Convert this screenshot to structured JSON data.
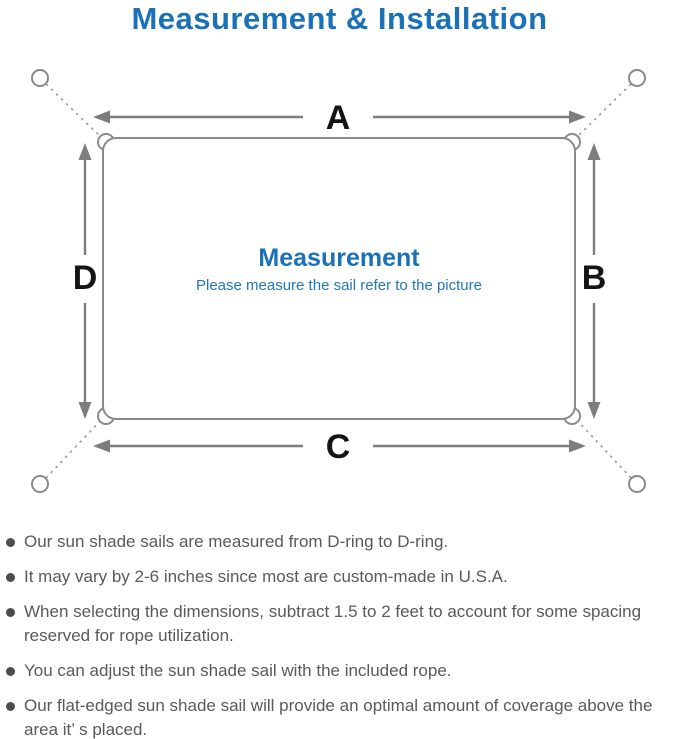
{
  "title": "Measurement & Installation",
  "diagram": {
    "labels": {
      "top": "A",
      "right": "B",
      "bottom": "C",
      "left": "D"
    },
    "heading": "Measurement",
    "subheading": "Please measure the sail refer to the picture"
  },
  "notes": [
    "Our sun shade sails are measured from D-ring to D-ring.",
    "It may vary by 2-6 inches since most are custom-made in U.S.A.",
    "When selecting the dimensions, subtract 1.5 to 2 feet to account for some spacing reserved for rope utilization.",
    "You can adjust the sun shade sail with the included rope.",
    "Our flat-edged sun shade sail will provide an optimal amount of coverage above the area it’ s placed."
  ],
  "colors": {
    "accent_blue": "#1a71b8",
    "subtitle_blue": "#2277bd",
    "diagram_gray": "#7d7d7d",
    "outline_gray": "#8a8a8a",
    "text_gray": "#595959"
  }
}
